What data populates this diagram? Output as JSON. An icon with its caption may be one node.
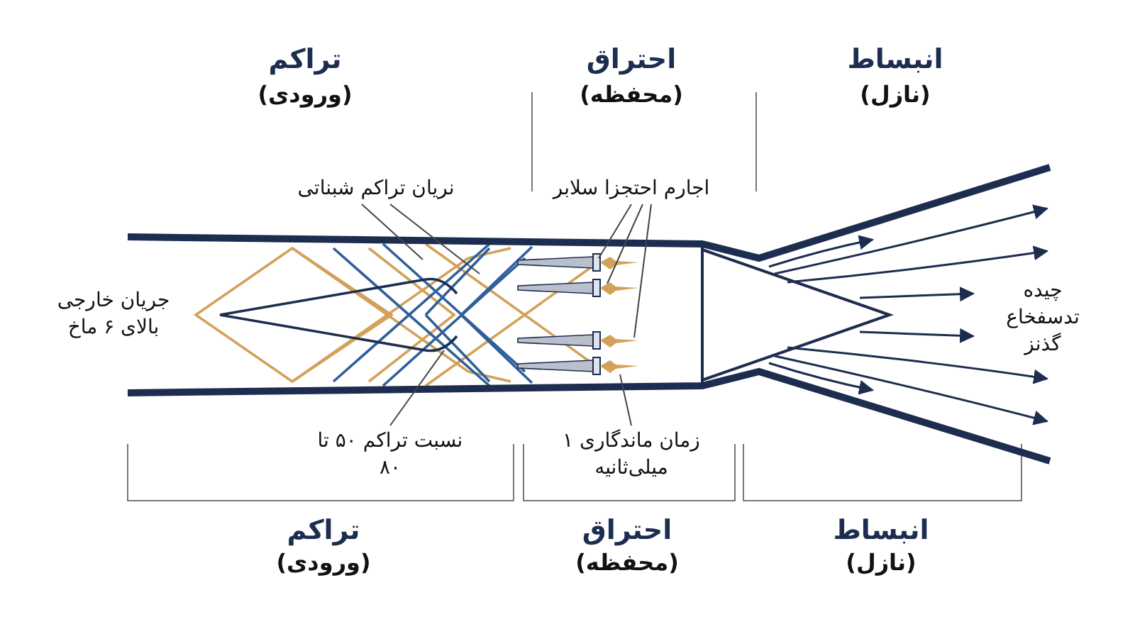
{
  "diagram": {
    "nodes": [
      {
        "text": [
          "نریان تراکم شبناتی"
        ]
      },
      {
        "text": [
          "اجارم احتجزا سلابر"
        ]
      },
      {
        "text": [
          "نسبت تراکم ۵۰ تا ۸۰"
        ]
      },
      {
        "text": [
          "زمان ماندگاری ۱ میلی‌ثانیه"
        ]
      }
    ],
    "edges": [
      {
        "from": 0,
        "to": null,
        "arrow": "none"
      },
      {
        "from": 0,
        "to": null,
        "arrow": "none"
      },
      {
        "from": 1,
        "to": null,
        "arrow": "none"
      },
      {
        "from": 1,
        "to": null,
        "arrow": "none"
      },
      {
        "from": 1,
        "to": null,
        "arrow": "none"
      },
      {
        "from": 2,
        "to": null,
        "arrow": "none"
      },
      {
        "from": 3,
        "to": null,
        "arrow": "none"
      }
    ],
    "labels": [
      "تراکم",
      "(ورودی)",
      "احتراق",
      "(محفظه)",
      "انبساط",
      "(نازل)",
      "جریان خارجی بالای ۶ ماخ",
      "چیده تدسفخاع گذنز",
      "تراکم",
      "(ورودی)",
      "احتراق",
      "(محفظه)",
      "انبساط",
      "(نازل)"
    ]
  }
}
